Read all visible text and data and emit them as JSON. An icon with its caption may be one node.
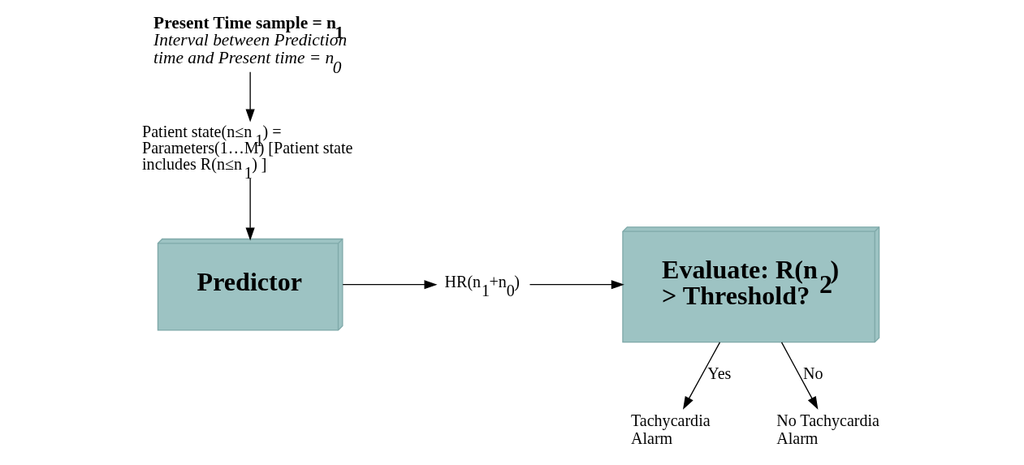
{
  "diagram": {
    "nodes": [
      {
        "text": [
          "Present Time sample = n$_{1}$",
          "Interval between Prediction time and Present time = n$_{0}$"
        ]
      },
      {
        "text": [
          "Patient state(n≤n$_{1}$) = Parameters(1…M) [Patient state includes R(n≤n$_{1}$) ]"
        ]
      },
      {
        "text": [
          "Predictor"
        ]
      },
      {
        "text": [
          "HR(n$_{1}$+n$_{0}$)"
        ]
      },
      {
        "text": [
          "Evaluate: R(n$_{2}$) > Threshold?"
        ]
      },
      {
        "text": [
          "Tachycardia Alarm"
        ]
      },
      {
        "text": [
          "No Tachycardia Alarm"
        ]
      }
    ],
    "edges": [
      {
        "from": 0,
        "to": 1,
        "arrow": "to"
      },
      {
        "from": 1,
        "to": 2,
        "arrow": "to"
      },
      {
        "from": 2,
        "to": 3,
        "arrow": "to"
      },
      {
        "from": 3,
        "to": 4,
        "arrow": "to"
      },
      {
        "from": 4,
        "to": 5,
        "arrow": "to",
        "label": "Yes"
      },
      {
        "from": 4,
        "to": 6,
        "arrow": "to",
        "label": "No"
      }
    ]
  }
}
